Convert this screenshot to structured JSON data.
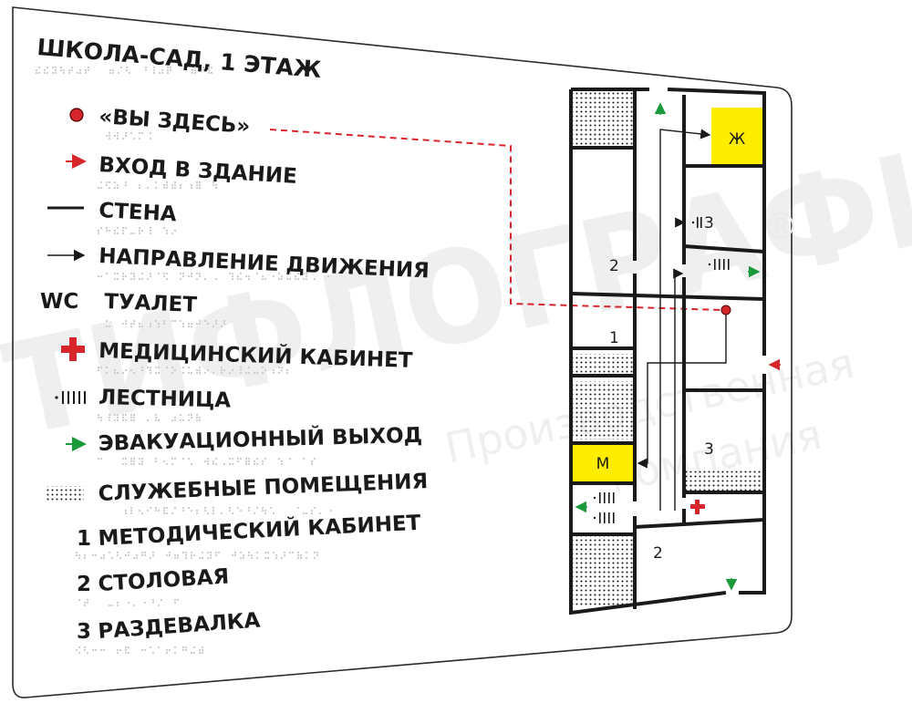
{
  "sign": {
    "title": "ШКОЛА-САД,  1 ЭТАЖ",
    "watermark": "ТИФЛОГРАФИКА",
    "watermark_sub_1": "Производственная",
    "watermark_sub_2": "компания",
    "registered_mark": "®"
  },
  "legend": {
    "you_are_here": "«ВЫ  ЗДЕСЬ»",
    "entrance": "ВХОД В ЗДАНИЕ",
    "wall": "СТЕНА",
    "direction": "НАПРАВЛЕНИЕ ДВИЖЕНИЯ",
    "wc_symbol": "WC",
    "wc": "ТУАЛЕТ",
    "medical": "МЕДИЦИНСКИЙ КАБИНЕТ",
    "stairs": "ЛЕСТНИЦА",
    "evacuation": "ЭВАКУАЦИОННЫЙ ВЫХОД",
    "service": "СЛУЖЕБНЫЕ  ПОМЕЩЕНИЯ",
    "n1": "1",
    "room_1": "МЕТОДИЧЕСКИЙ КАБИНЕТ",
    "n2": "2",
    "room_2": "СТОЛОВАЯ",
    "n3": "3",
    "room_3": "РАЗДЕВАЛКА"
  },
  "plan": {
    "room_f": "Ж",
    "room_m": "М",
    "label_1": "1",
    "label_2a": "2",
    "label_2b": "2",
    "label_3a": "3",
    "label_3b": "3"
  },
  "colors": {
    "route": "#d7262b",
    "evac": "#1a9a3a",
    "toilet": "#ffed00",
    "braille": "#c9c9c9",
    "outline": "#1a1a1a"
  }
}
